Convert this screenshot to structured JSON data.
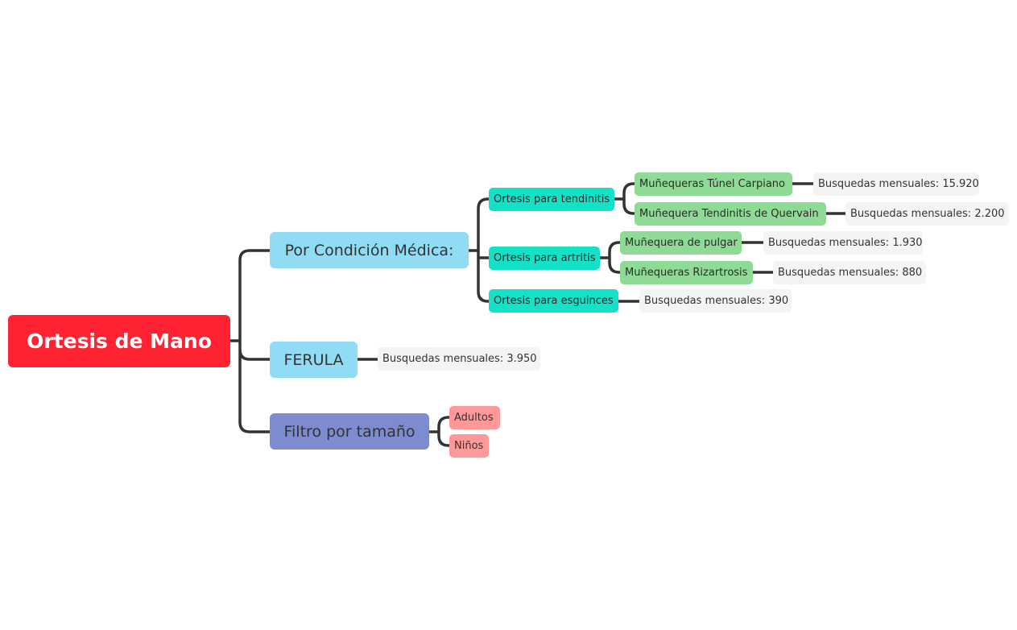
{
  "mindmap": {
    "root": "Ortesis de Mano",
    "condicion": {
      "label": "Por Condición Médica:",
      "tendinitis": {
        "label": "Ortesis para tendinitis",
        "tunel": {
          "label": "Muñequeras Túnel Carpiano",
          "searches": "Busquedas mensuales: 15.920"
        },
        "quervain": {
          "label": "Muñequera Tendinitis de Quervain",
          "searches": "Busquedas mensuales: 2.200"
        }
      },
      "artritis": {
        "label": "Ortesis para artritis",
        "pulgar": {
          "label": "Muñequera de pulgar",
          "searches": "Busquedas mensuales: 1.930"
        },
        "rizartrosis": {
          "label": "Muñequeras Rizartrosis",
          "searches": "Busquedas mensuales: 880"
        }
      },
      "esguinces": {
        "label": "Ortesis para esguinces",
        "searches": "Busquedas mensuales: 390"
      }
    },
    "ferula": {
      "label": "FERULA",
      "searches": "Busquedas mensuales: 3.950"
    },
    "filtro": {
      "label": "Filtro por tamaño",
      "adultos": "Adultos",
      "ninos": "Niños"
    }
  },
  "colors": {
    "root": "#ff2233",
    "level1_light_blue": "#8fdcf4",
    "level1_indigo": "#7d8ccf",
    "level2_teal": "#13e2c6",
    "level3_green": "#8fdb96",
    "note_gray": "#f4f4f4",
    "size_pink": "#ff9898",
    "connector": "#333333"
  }
}
